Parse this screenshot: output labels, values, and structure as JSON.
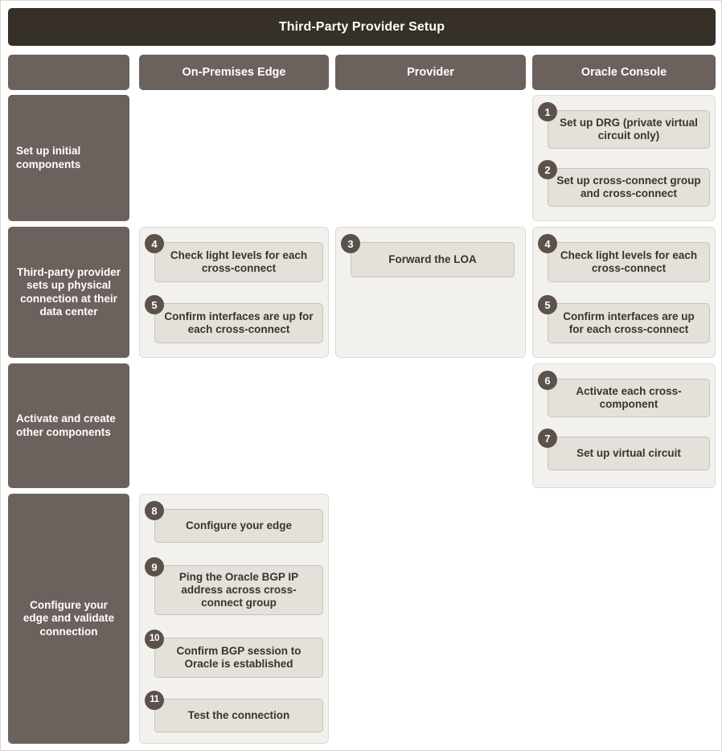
{
  "title": "Third-Party Provider Setup",
  "colors": {
    "title_bar": "#363029",
    "header_bar": "#6b615d",
    "row_label": "#6b615d",
    "group_bg": "#f2f1ee",
    "step_bg": "#e4e1da",
    "step_border": "#c9c3b8",
    "badge_bg": "#5c514b",
    "text_dark": "#3b332e",
    "text_light": "#ffffff",
    "page_border": "#d8d6d2"
  },
  "columns": [
    {
      "id": "row-label-col",
      "label": ""
    },
    {
      "id": "on-premises-edge",
      "label": "On-Premises Edge"
    },
    {
      "id": "provider",
      "label": "Provider"
    },
    {
      "id": "oracle-console",
      "label": "Oracle Console"
    }
  ],
  "rows": [
    {
      "id": "set-up-initial-components",
      "label": "Set up initial components",
      "align": "left"
    },
    {
      "id": "third-party-provider-physical",
      "label": "Third-party provider sets up physical connection at their data center",
      "align": "center"
    },
    {
      "id": "activate-and-create",
      "label": "Activate and create other components",
      "align": "left"
    },
    {
      "id": "configure-edge-validate",
      "label": "Configure your edge and validate connection",
      "align": "center"
    }
  ],
  "steps": [
    {
      "number": "1",
      "label": "Set up DRG (private virtual circuit only)",
      "row": "set-up-initial-components",
      "column": "oracle-console"
    },
    {
      "number": "2",
      "label": "Set up cross-connect group and cross-connect",
      "row": "set-up-initial-components",
      "column": "oracle-console"
    },
    {
      "number": "3",
      "label": "Forward the LOA",
      "row": "third-party-provider-physical",
      "column": "provider"
    },
    {
      "number": "4",
      "label": "Check light levels for each cross-connect",
      "row": "third-party-provider-physical",
      "column": "on-premises-edge"
    },
    {
      "number": "5",
      "label": "Confirm interfaces are up for each cross-connect",
      "row": "third-party-provider-physical",
      "column": "on-premises-edge"
    },
    {
      "number": "4",
      "label": "Check light levels for each cross-connect",
      "row": "third-party-provider-physical",
      "column": "oracle-console"
    },
    {
      "number": "5",
      "label": "Confirm interfaces are up for each cross-connect",
      "row": "third-party-provider-physical",
      "column": "oracle-console"
    },
    {
      "number": "6",
      "label": "Activate each cross-component",
      "row": "activate-and-create",
      "column": "oracle-console"
    },
    {
      "number": "7",
      "label": "Set up virtual circuit",
      "row": "activate-and-create",
      "column": "oracle-console"
    },
    {
      "number": "8",
      "label": "Configure your edge",
      "row": "configure-edge-validate",
      "column": "on-premises-edge"
    },
    {
      "number": "9",
      "label": "Ping the Oracle BGP IP address across cross-connect group",
      "row": "configure-edge-validate",
      "column": "on-premises-edge"
    },
    {
      "number": "10",
      "label": "Confirm BGP session to Oracle is established",
      "row": "configure-edge-validate",
      "column": "on-premises-edge"
    },
    {
      "number": "11",
      "label": "Test the connection",
      "row": "configure-edge-validate",
      "column": "on-premises-edge"
    }
  ]
}
